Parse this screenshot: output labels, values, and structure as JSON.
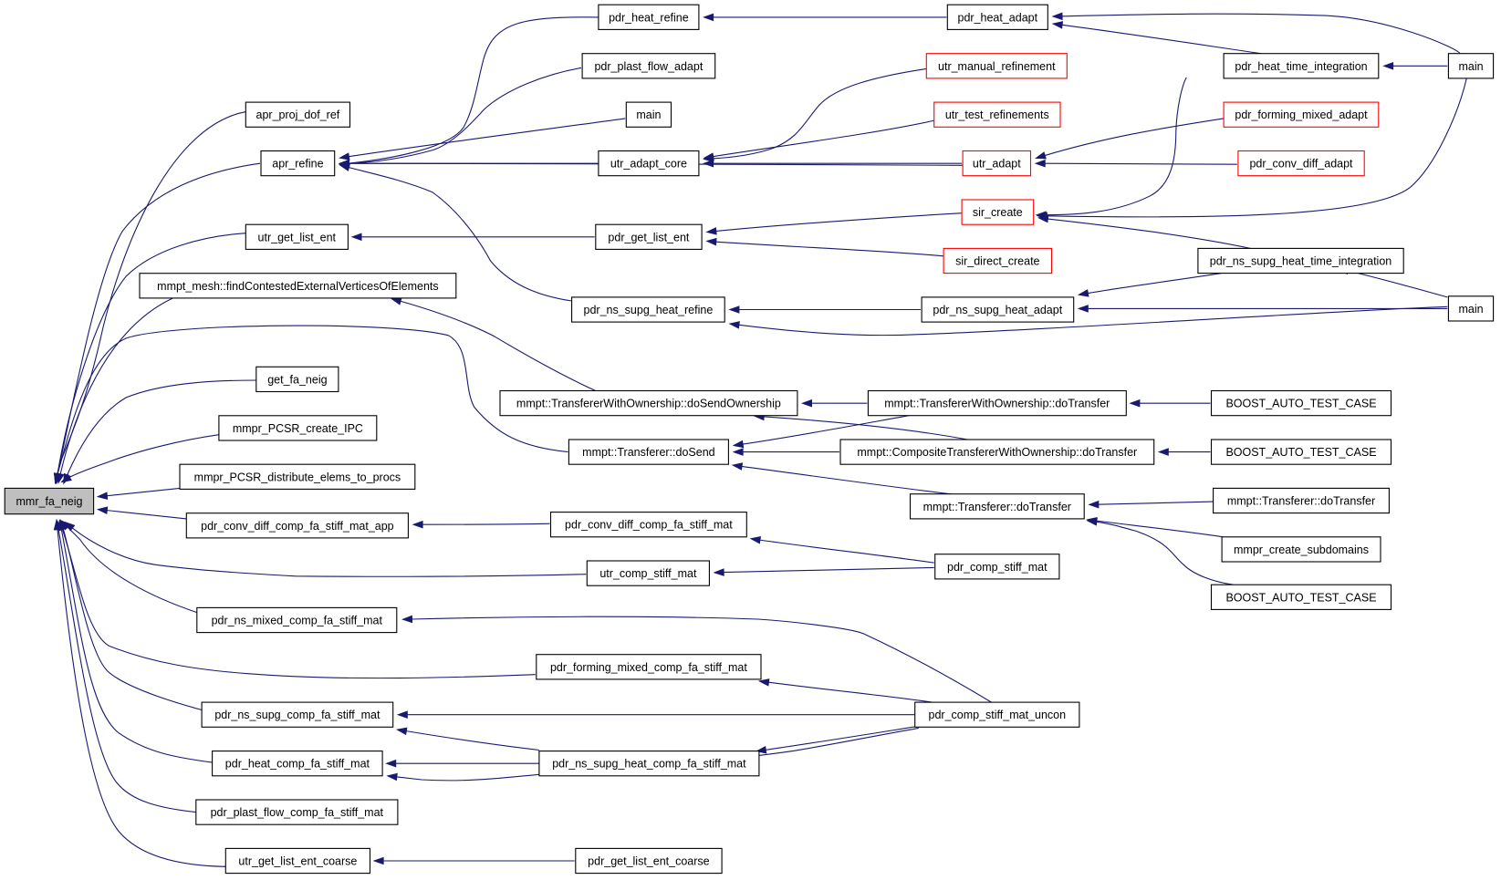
{
  "diagram": {
    "edge_color": "#191970",
    "root_fill": "#bfbfbf",
    "truncated_border_color": "#ff0000",
    "nodes": [
      {
        "id": "n0",
        "label": "mmr_fa_neig",
        "root": true
      },
      {
        "id": "n1",
        "label": "apr_proj_dof_ref"
      },
      {
        "id": "n2",
        "label": "apr_refine"
      },
      {
        "id": "n3",
        "label": "utr_get_list_ent"
      },
      {
        "id": "n4",
        "label": "mmpt_mesh::findContestedExternalVerticesOfElements"
      },
      {
        "id": "n5",
        "label": "get_fa_neig"
      },
      {
        "id": "n6",
        "label": "mmpr_PCSR_create_IPC"
      },
      {
        "id": "n7",
        "label": "mmpr_PCSR_distribute_elems_to_procs"
      },
      {
        "id": "n8",
        "label": "pdr_conv_diff_comp_fa_stiff_mat_app"
      },
      {
        "id": "n9",
        "label": "pdr_ns_mixed_comp_fa_stiff_mat"
      },
      {
        "id": "n10",
        "label": "pdr_ns_supg_comp_fa_stiff_mat"
      },
      {
        "id": "n11",
        "label": "pdr_heat_comp_fa_stiff_mat"
      },
      {
        "id": "n12",
        "label": "pdr_plast_flow_comp_fa_stiff_mat"
      },
      {
        "id": "n13",
        "label": "utr_get_list_ent_coarse"
      },
      {
        "id": "n14",
        "label": "pdr_heat_refine"
      },
      {
        "id": "n15",
        "label": "pdr_plast_flow_adapt"
      },
      {
        "id": "n16",
        "label": "main"
      },
      {
        "id": "n17",
        "label": "utr_adapt_core"
      },
      {
        "id": "n18",
        "label": "pdr_get_list_ent"
      },
      {
        "id": "n19",
        "label": "pdr_ns_supg_heat_refine"
      },
      {
        "id": "n20",
        "label": "mmpt::TransfererWithOwnership::doSendOwnership"
      },
      {
        "id": "n21",
        "label": "mmpt::Transferer::doSend"
      },
      {
        "id": "n22",
        "label": "pdr_conv_diff_comp_fa_stiff_mat"
      },
      {
        "id": "n23",
        "label": "utr_comp_stiff_mat"
      },
      {
        "id": "n24",
        "label": "pdr_forming_mixed_comp_fa_stiff_mat"
      },
      {
        "id": "n25",
        "label": "pdr_ns_supg_heat_comp_fa_stiff_mat"
      },
      {
        "id": "n26",
        "label": "pdr_get_list_ent_coarse"
      },
      {
        "id": "n27",
        "label": "pdr_heat_adapt"
      },
      {
        "id": "n28",
        "label": "utr_manual_refinement",
        "truncated": true
      },
      {
        "id": "n29",
        "label": "utr_test_refinements",
        "truncated": true
      },
      {
        "id": "n30",
        "label": "utr_adapt",
        "truncated": true
      },
      {
        "id": "n31",
        "label": "sir_create",
        "truncated": true
      },
      {
        "id": "n32",
        "label": "sir_direct_create",
        "truncated": true
      },
      {
        "id": "n33",
        "label": "pdr_ns_supg_heat_adapt"
      },
      {
        "id": "n34",
        "label": "mmpt::TransfererWithOwnership::doTransfer"
      },
      {
        "id": "n35",
        "label": "mmpt::CompositeTransfererWithOwnership::doTransfer"
      },
      {
        "id": "n36",
        "label": "mmpt::Transferer::doTransfer"
      },
      {
        "id": "n37",
        "label": "pdr_comp_stiff_mat"
      },
      {
        "id": "n38",
        "label": "pdr_comp_stiff_mat_uncon"
      },
      {
        "id": "n39",
        "label": "pdr_heat_time_integration"
      },
      {
        "id": "n40",
        "label": "pdr_forming_mixed_adapt",
        "truncated": true
      },
      {
        "id": "n41",
        "label": "pdr_conv_diff_adapt",
        "truncated": true
      },
      {
        "id": "n42",
        "label": "pdr_ns_supg_heat_time_integration"
      },
      {
        "id": "n43",
        "label": "BOOST_AUTO_TEST_CASE"
      },
      {
        "id": "n44",
        "label": "BOOST_AUTO_TEST_CASE"
      },
      {
        "id": "n45",
        "label": "mmpt::Transferer::doTransfer"
      },
      {
        "id": "n46",
        "label": "mmpr_create_subdomains"
      },
      {
        "id": "n47",
        "label": "BOOST_AUTO_TEST_CASE"
      },
      {
        "id": "n48",
        "label": "main"
      },
      {
        "id": "n49",
        "label": "main"
      }
    ],
    "edges": [
      [
        "n1",
        "n0"
      ],
      [
        "n2",
        "n0"
      ],
      [
        "n3",
        "n0"
      ],
      [
        "n4",
        "n0"
      ],
      [
        "n21",
        "n0"
      ],
      [
        "n5",
        "n0"
      ],
      [
        "n6",
        "n0"
      ],
      [
        "n7",
        "n0"
      ],
      [
        "n8",
        "n0"
      ],
      [
        "n23",
        "n0"
      ],
      [
        "n9",
        "n0"
      ],
      [
        "n24",
        "n0"
      ],
      [
        "n10",
        "n0"
      ],
      [
        "n11",
        "n0"
      ],
      [
        "n12",
        "n0"
      ],
      [
        "n13",
        "n0"
      ],
      [
        "n14",
        "n2"
      ],
      [
        "n15",
        "n2"
      ],
      [
        "n16",
        "n2"
      ],
      [
        "n17",
        "n2"
      ],
      [
        "n30",
        "n2"
      ],
      [
        "n19",
        "n2"
      ],
      [
        "n18",
        "n3"
      ],
      [
        "n20",
        "n4"
      ],
      [
        "n22",
        "n8"
      ],
      [
        "n38",
        "n9"
      ],
      [
        "n38",
        "n10"
      ],
      [
        "n25",
        "n10"
      ],
      [
        "n25",
        "n11"
      ],
      [
        "n38",
        "n11"
      ],
      [
        "n26",
        "n13"
      ],
      [
        "n27",
        "n14"
      ],
      [
        "n28",
        "n17"
      ],
      [
        "n29",
        "n17"
      ],
      [
        "n30",
        "n17"
      ],
      [
        "n31",
        "n18"
      ],
      [
        "n32",
        "n18"
      ],
      [
        "n33",
        "n19"
      ],
      [
        "n49",
        "n19"
      ],
      [
        "n34",
        "n20"
      ],
      [
        "n35",
        "n20"
      ],
      [
        "n34",
        "n21"
      ],
      [
        "n35",
        "n21"
      ],
      [
        "n36",
        "n21"
      ],
      [
        "n37",
        "n22"
      ],
      [
        "n37",
        "n23"
      ],
      [
        "n38",
        "n24"
      ],
      [
        "n38",
        "n25"
      ],
      [
        "n48",
        "n27"
      ],
      [
        "n39",
        "n27"
      ],
      [
        "n40",
        "n30"
      ],
      [
        "n41",
        "n30"
      ],
      [
        "n39",
        "n31"
      ],
      [
        "n42",
        "n31"
      ],
      [
        "n48",
        "n31"
      ],
      [
        "n42",
        "n33"
      ],
      [
        "n49",
        "n33"
      ],
      [
        "n43",
        "n34"
      ],
      [
        "n44",
        "n35"
      ],
      [
        "n45",
        "n36"
      ],
      [
        "n46",
        "n36"
      ],
      [
        "n47",
        "n36"
      ],
      [
        "n48",
        "n39"
      ],
      [
        "n49",
        "n42"
      ]
    ]
  }
}
